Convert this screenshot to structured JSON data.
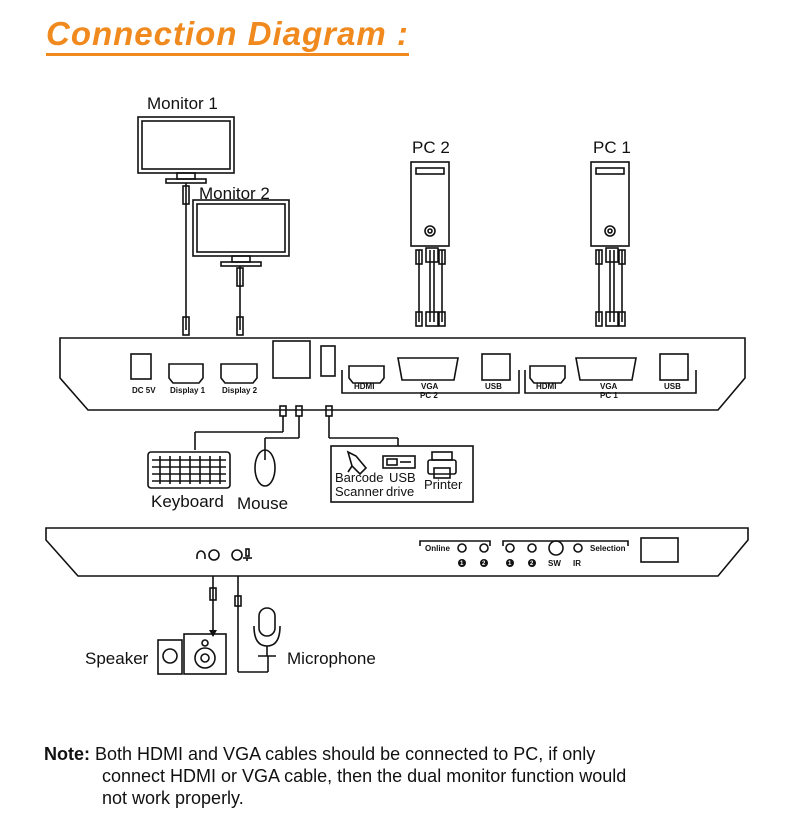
{
  "title": "Connection Diagram :",
  "devices": {
    "monitor1": "Monitor  1",
    "monitor2": "Monitor  2",
    "pc2": "PC 2",
    "pc1": "PC 1",
    "keyboard": "Keyboard",
    "mouse": "Mouse",
    "barcode_scanner_line1": "Barcode",
    "barcode_scanner_line2": "Scanner",
    "usb_drive_line1": "USB",
    "usb_drive_line2": "drive",
    "printer": "Printer",
    "speaker": "Speaker",
    "microphone": "Microphone"
  },
  "rear_panel": {
    "dc": "DC 5V",
    "display1": "Display 1",
    "display2": "Display 2",
    "pc2_hdmi": "HDMI",
    "pc2_vga": "VGA",
    "pc2_usb": "USB",
    "pc2_group": "PC 2",
    "pc1_hdmi": "HDMI",
    "pc1_vga": "VGA",
    "pc1_usb": "USB",
    "pc1_group": "PC 1"
  },
  "front_panel": {
    "online": "Online",
    "selection": "Selection",
    "sw": "SW",
    "ir": "IR",
    "num1": "1",
    "num2": "2"
  },
  "note": {
    "label": "Note:",
    "line1": " Both HDMI and VGA cables should be connected to PC, if only",
    "line2": "connect HDMI or VGA cable, then the dual monitor function would",
    "line3": "not work properly."
  }
}
